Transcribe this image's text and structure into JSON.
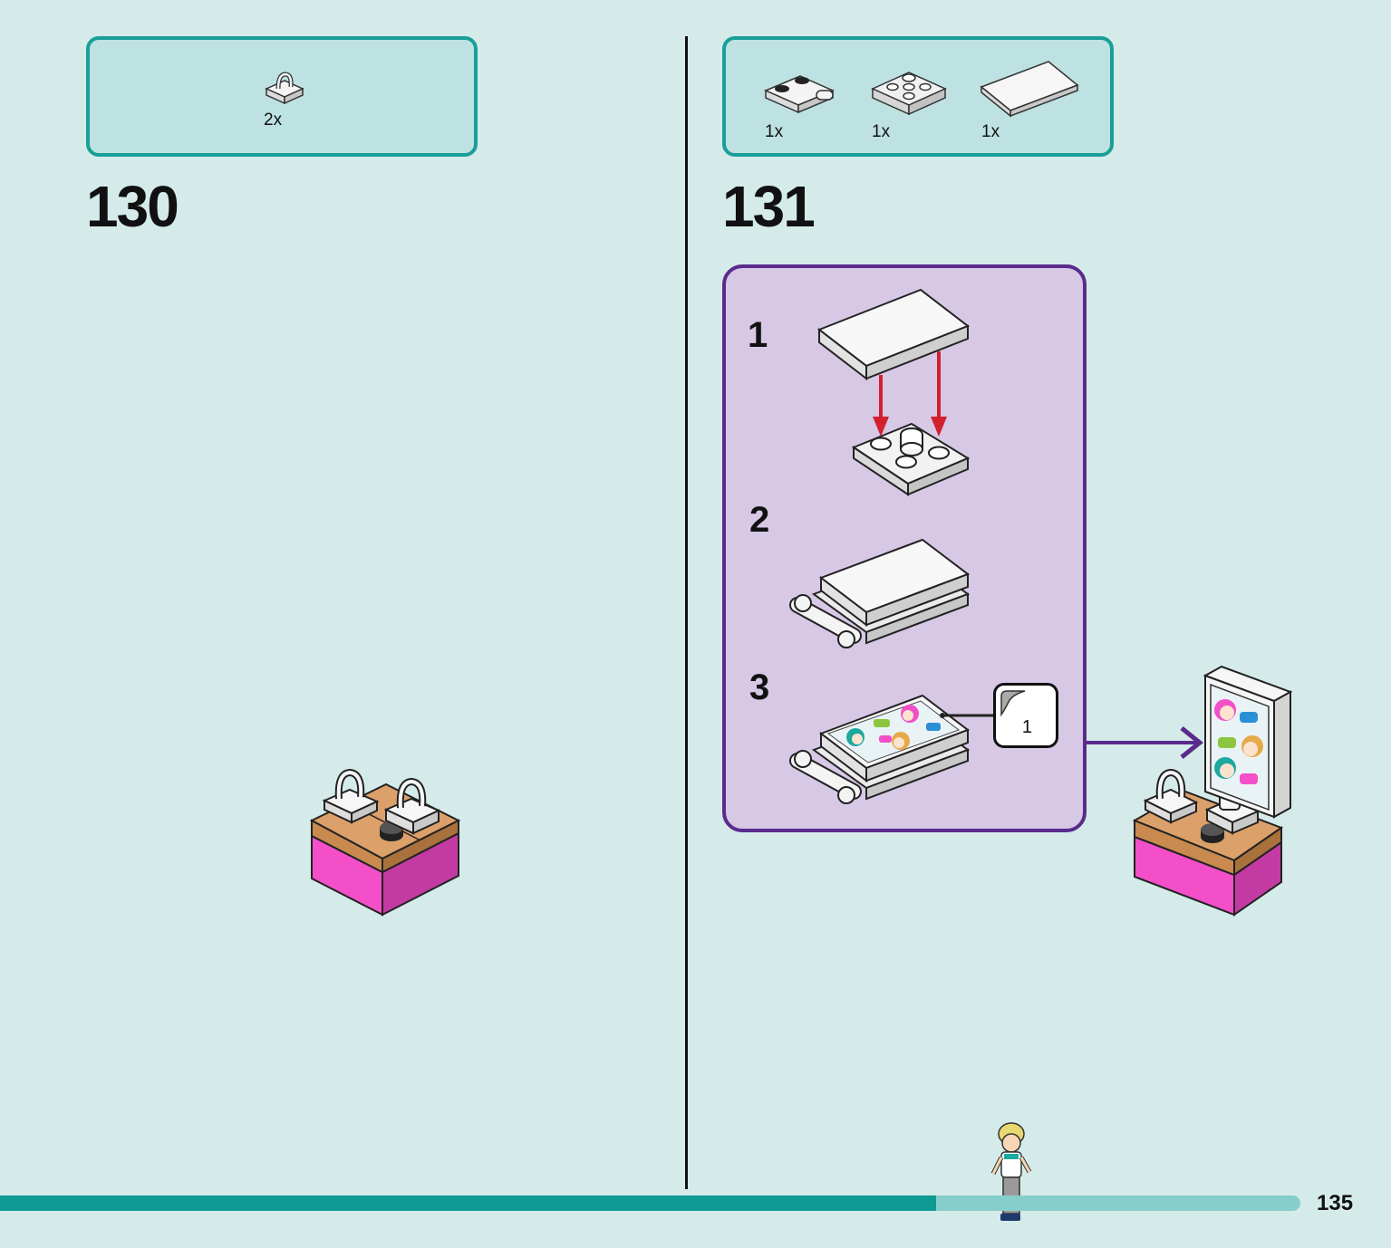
{
  "page": {
    "number": "135",
    "progress_fraction": 0.72
  },
  "step_130": {
    "number": "130",
    "parts": [
      {
        "icon": "plate-with-clip-icon",
        "qty": "2x"
      }
    ]
  },
  "step_131": {
    "number": "131",
    "parts": [
      {
        "icon": "plate-with-bar-handle-icon",
        "qty": "1x"
      },
      {
        "icon": "plate-2x2-inverted-icon",
        "qty": "1x"
      },
      {
        "icon": "tile-2x3-icon",
        "qty": "1x"
      }
    ],
    "substeps": [
      {
        "label": "1"
      },
      {
        "label": "2"
      },
      {
        "label": "3"
      }
    ],
    "sticker": {
      "number": "1"
    }
  },
  "colors": {
    "background": "#d4ebea",
    "parts_border": "#1a9e98",
    "parts_fill": "#bde2e1",
    "callout_border": "#5a2b8c",
    "callout_fill": "#d7c8e6",
    "arrow_red": "#d3202f",
    "arrow_purple": "#5a2b8c",
    "brick_magenta": "#f24fc9",
    "brick_tan": "#c88a4e",
    "progress_fill": "#0f9a93",
    "progress_track": "#86cecb"
  }
}
